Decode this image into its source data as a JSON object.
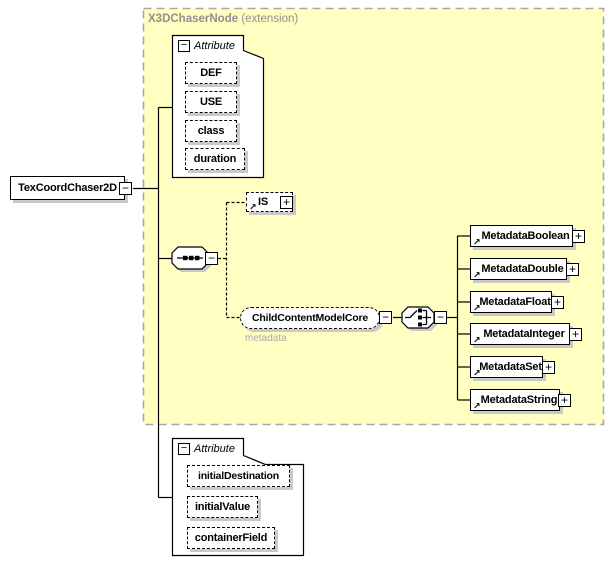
{
  "diagram": {
    "root": {
      "label": "TexCoordChaser2D"
    },
    "extension": {
      "title": "X3DChaserNode",
      "subtitle": "(extension)"
    },
    "attr_top": {
      "title": "Attribute",
      "items": [
        {
          "label": "DEF"
        },
        {
          "label": "USE"
        },
        {
          "label": "class"
        },
        {
          "label": "duration"
        }
      ]
    },
    "is_element": {
      "label": "IS"
    },
    "ccmc": {
      "label": "ChildContentModelCore",
      "annotation": "metadata"
    },
    "metadata": {
      "items": [
        {
          "label": "MetadataBoolean"
        },
        {
          "label": "MetadataDouble"
        },
        {
          "label": "MetadataFloat"
        },
        {
          "label": "MetadataInteger"
        },
        {
          "label": "MetadataSet"
        },
        {
          "label": "MetadataString"
        }
      ]
    },
    "attr_bottom": {
      "title": "Attribute",
      "items": [
        {
          "label": "initialDestination"
        },
        {
          "label": "initialValue"
        },
        {
          "label": "containerField"
        }
      ]
    },
    "icons": {
      "collapse": "−",
      "expand": "+",
      "reference": "↗"
    },
    "colors": {
      "container_fill": "#FFFFC2",
      "container_border": "#A8A8A8",
      "header_text": "#8F8F8F",
      "annotation_text": "#ABABAB",
      "shadow": "#C9C9C9"
    }
  }
}
